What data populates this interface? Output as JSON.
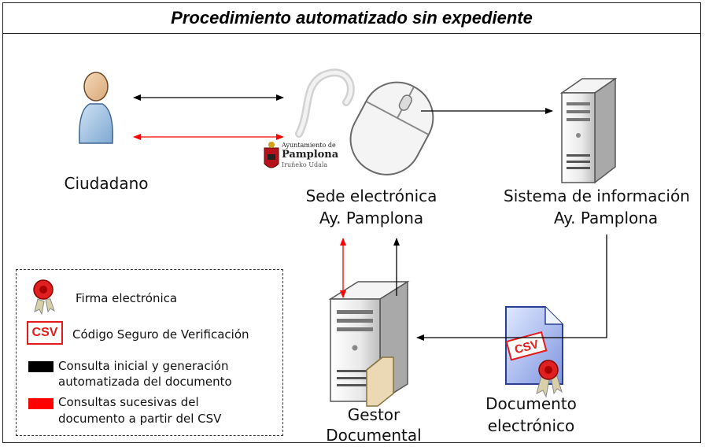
{
  "title": "Procedimiento automatizado sin expediente",
  "nodes": {
    "ciudadano": "Ciudadano",
    "sede_line1": "Sede electrónica",
    "sede_line2": "Ay. Pamplona",
    "sistema_line1": "Sistema de información",
    "sistema_line2": "Ay. Pamplona",
    "gestor_line1": "Gestor",
    "gestor_line2": "Documental",
    "documento_line1": "Documento",
    "documento_line2": "electrónico"
  },
  "logo": {
    "line1": "Ayuntamiento de",
    "line2": "Pamplona",
    "line3": "Iruñeko Udala"
  },
  "document_badge": "CSV",
  "legend": {
    "firma": "Firma electrónica",
    "csv_badge": "CSV",
    "csv": "Código Seguro de Verificación",
    "black_line1": "Consulta inicial y generación",
    "black_line2": "automatizada del documento",
    "red_line1": "Consultas sucesivas del",
    "red_line2": "documento a partir del CSV"
  },
  "colors": {
    "initial_query": "#000000",
    "subsequent_query": "#ff0000"
  },
  "icons": [
    "user-icon",
    "mouse-icon",
    "city-seal-icon",
    "server-icon",
    "document-icon",
    "wax-seal-icon"
  ]
}
